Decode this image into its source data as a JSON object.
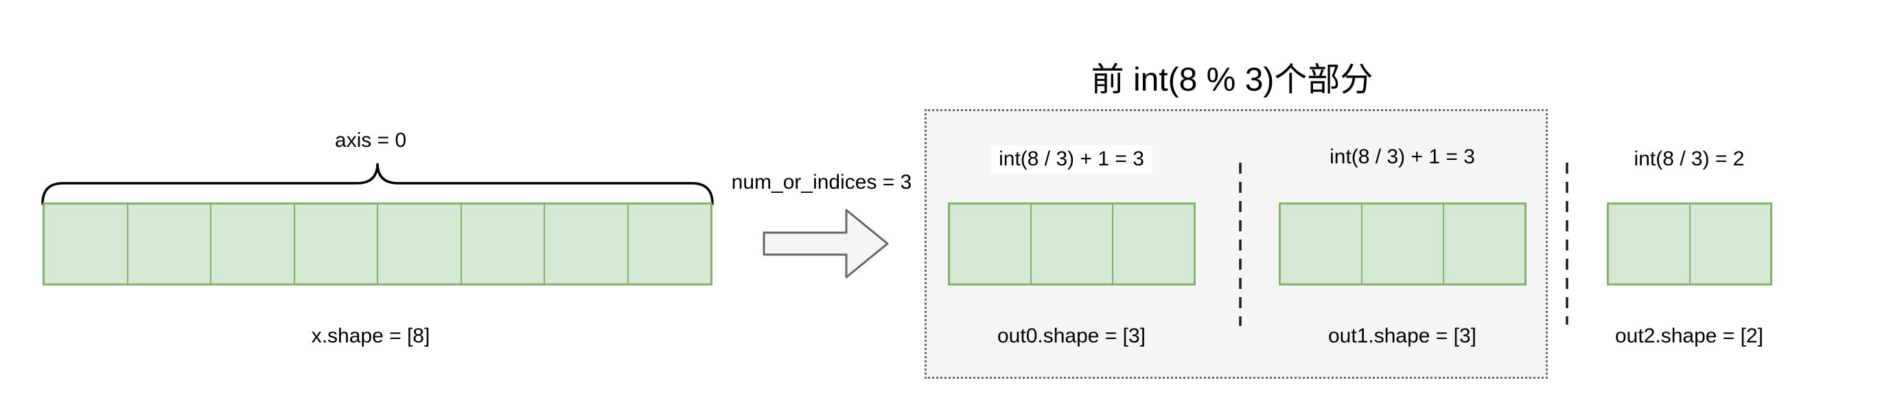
{
  "colors": {
    "text": "#000000",
    "cell_fill": "#d5e8d4",
    "cell_border": "#82b366",
    "box_fill": "#f5f5f5",
    "box_border": "#696969",
    "arrow_fill": "#f5f5f5",
    "arrow_border": "#666666",
    "label_bg": "#ffffff",
    "brace": "#000000",
    "separator": "#1a1a1a"
  },
  "input_array": {
    "axis_label": "axis = 0",
    "shape_label": "x.shape = [8]",
    "cell_count": 8
  },
  "operation": {
    "param_label": "num_or_indices = 3"
  },
  "result_box": {
    "title": "前 int(8 % 3)个部分"
  },
  "outputs": [
    {
      "size_label": "int(8 / 3) + 1 = 3",
      "shape_label": "out0.shape = [3]",
      "cell_count": 3
    },
    {
      "size_label": "int(8 / 3) + 1 = 3",
      "shape_label": "out1.shape = [3]",
      "cell_count": 3
    },
    {
      "size_label": "int(8 / 3) = 2",
      "shape_label": "out2.shape = [2]",
      "cell_count": 2
    }
  ]
}
